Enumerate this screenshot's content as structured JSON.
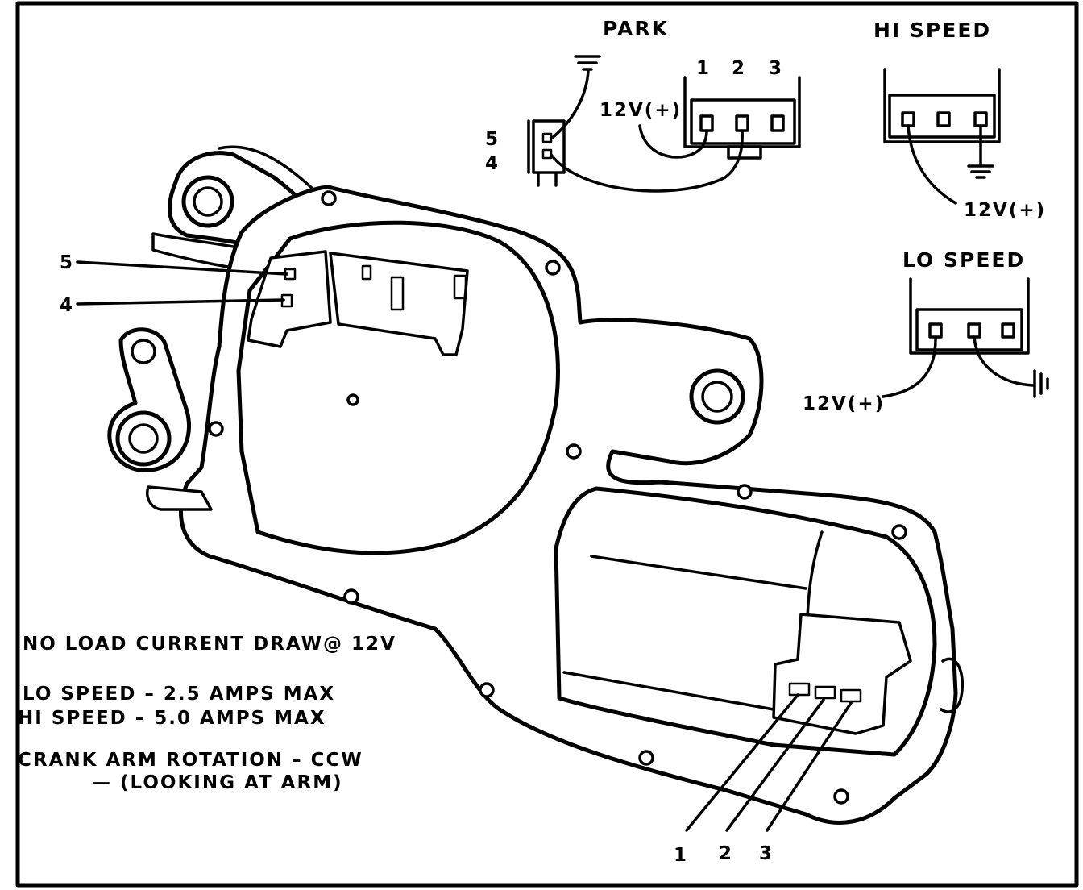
{
  "colors": {
    "ink": "#000000",
    "paper": "#ffffff"
  },
  "park": {
    "title": "PARK",
    "pins": [
      "1",
      "2",
      "3"
    ],
    "supply": "12V(+)",
    "conn_pins": [
      "5",
      "4"
    ]
  },
  "hi_speed": {
    "title": "HI SPEED",
    "supply": "12V(+)"
  },
  "lo_speed": {
    "title": "LO SPEED",
    "supply": "12V(+)"
  },
  "motor": {
    "callout_5": "5",
    "callout_4": "4",
    "terminals": [
      "1",
      "2",
      "3"
    ]
  },
  "specs": {
    "heading": "NO LOAD CURRENT DRAW@ 12V",
    "lo": "LO SPEED – 2.5 AMPS MAX",
    "hi": "HI SPEED – 5.0 AMPS MAX",
    "rotation": "CRANK ARM ROTATION – CCW",
    "rotation_note": "— (LOOKING AT ARM)"
  }
}
